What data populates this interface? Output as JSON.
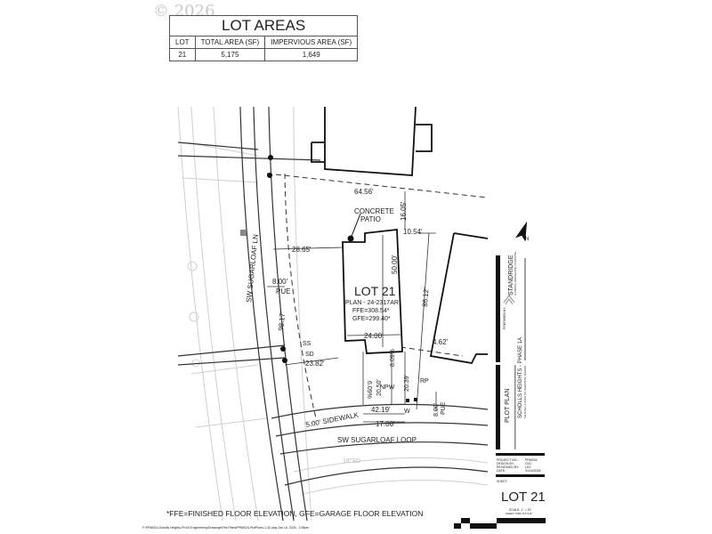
{
  "copyright": "© 2026",
  "lot_areas": {
    "title": "LOT AREAS",
    "headers": [
      "LOT",
      "TOTAL AREA (SF)",
      "IMPERVIOUS AREA (SF)"
    ],
    "rows": [
      [
        "21",
        "5,175",
        "1,649"
      ]
    ]
  },
  "plan": {
    "lot_label": "LOT 21",
    "plan_no": "PLAN - 24-2317AR",
    "ffe": "FFE=308.54*",
    "gfe": "GFE=299.40*",
    "concrete_patio": [
      "CONCRETE",
      "PATIO"
    ],
    "dims": {
      "top": "64.56'",
      "rear_setback": "16.05'",
      "side_right": "10.54'",
      "side_left": "28.65'",
      "depth": "50.00'",
      "width": "24.00'",
      "lot_depth": "86.12'",
      "lot_side": "98.17'",
      "garage_offset": "4.62'",
      "front_left": "23.82'",
      "driveway1": "20.50'",
      "driveway2": "20.39'",
      "frontage": "42.19'",
      "drive_width": "17.00'",
      "pue_left": "8.00'",
      "pue_right": "8.00'"
    },
    "slopes": [
      "6.09%",
      "8.09%"
    ],
    "labels": {
      "pue": "PUE",
      "ss": "SS",
      "sd": "SD",
      "npw": "NPW",
      "rp": "RP",
      "w": "W",
      "sidewalk": "5.00' SIDEWALK",
      "street_bottom": "SW SUGARLOAF LOOP",
      "street_left": "SW SUGARLOAF LN",
      "storm": "18\"SD"
    },
    "note": "*FFE=FINISHED FLOOR ELEVATION, GFE=GARAGE FLOOR ELEVATION",
    "file_path": "F:\\PRM024-Scholls Heights-Ph1\\5 Engineering\\Drawings\\Plot Plans\\PRM024-PlotPlans-1-32.dwg   Jan 16, 2026 - 2:05pm"
  },
  "title_block": {
    "prepared_by": "PREPARED BY:",
    "firm": "STANDRIDGE",
    "firm_sub": "PLANNING | ENGINEERING | SURVEYING",
    "sheet_title": "PLOT PLAN",
    "project": "SCHOLLS HEIGHTS - PHASE 1A",
    "project_sub": "SW SCHOLLS FERRY RD, BEAVERTON, OREGON",
    "info": [
      [
        "PROJECT NO.:",
        "PRM024"
      ],
      [
        "DESIGN BY:",
        "CDC"
      ],
      [
        "REVIEWED BY:",
        "LKS"
      ],
      [
        "DATE:",
        "01/16/2026"
      ]
    ],
    "sheet_label": "SHEET:",
    "lot": "LOT 21",
    "scale": "SCALE: 1\" = 20'",
    "sheet_size": "SHEET SIZE: 8.5\"X11\"",
    "north": "N"
  }
}
